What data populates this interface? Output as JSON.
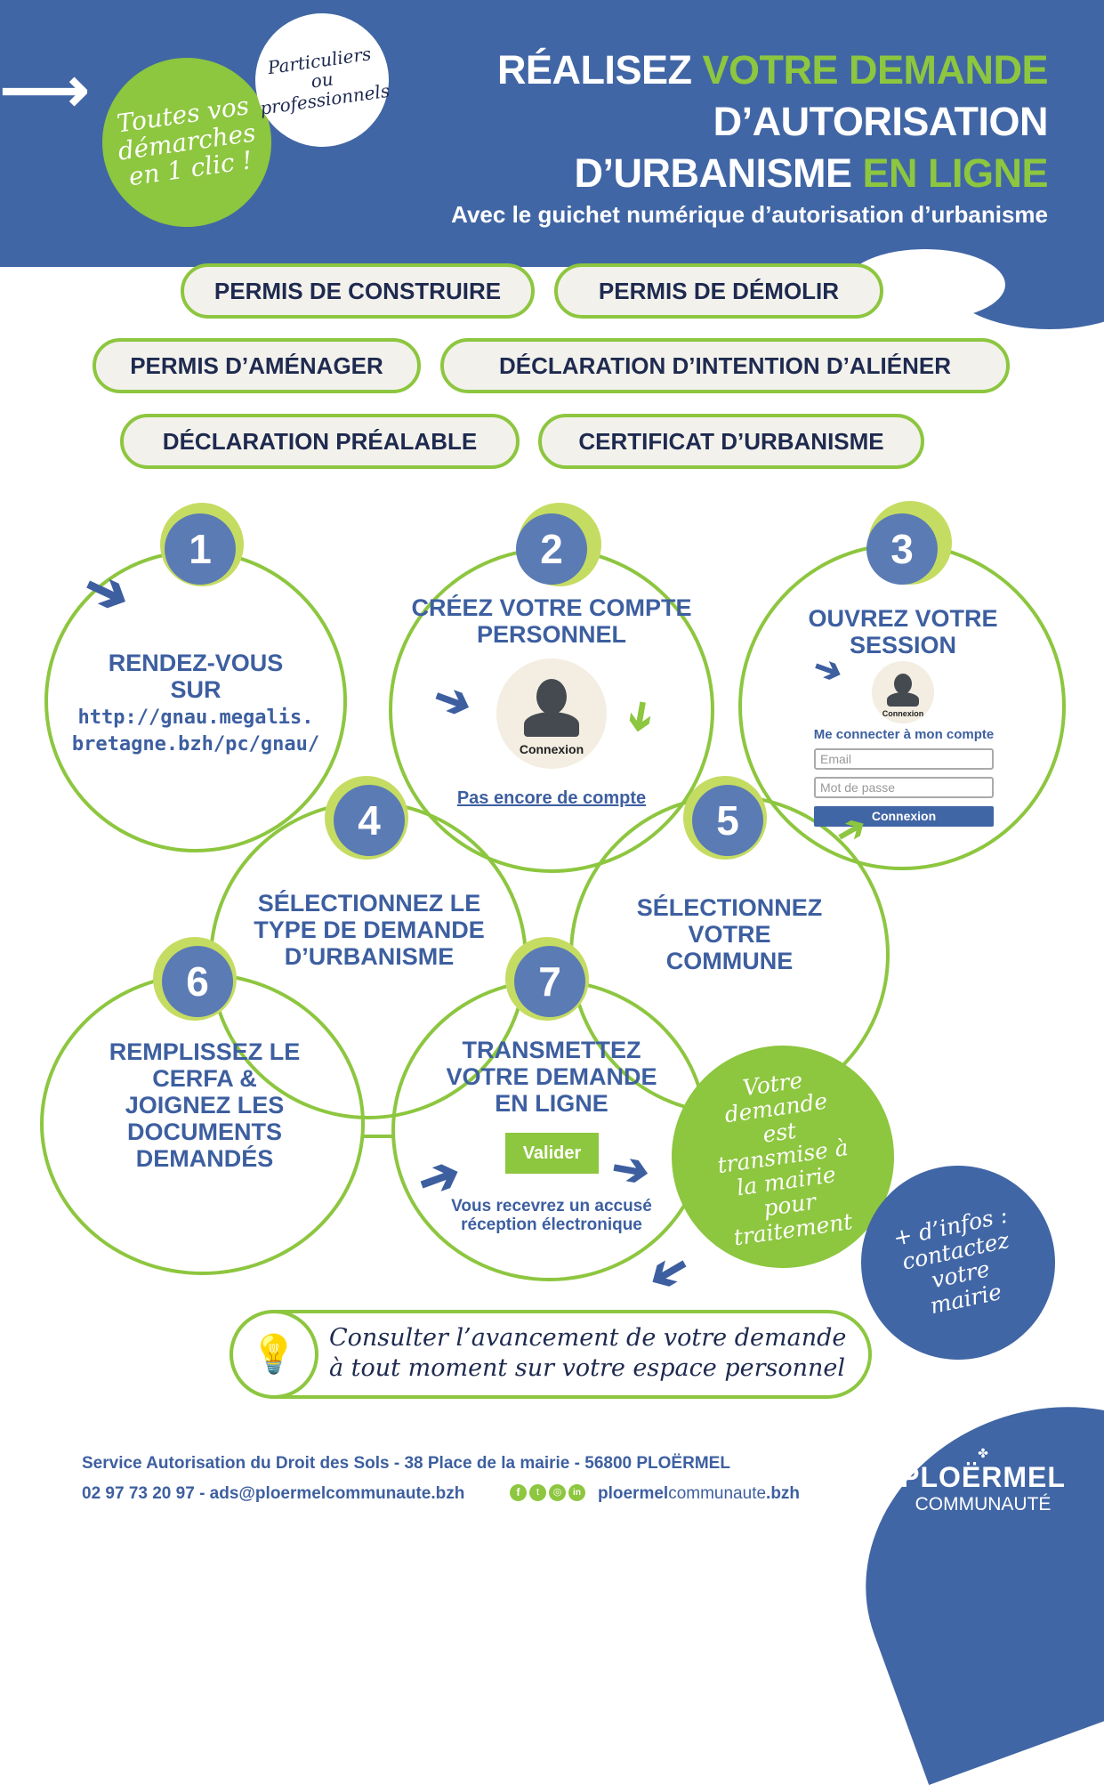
{
  "header": {
    "title_line1_white": "RÉALISEZ ",
    "title_line1_green": "VOTRE DEMANDE",
    "title_line2": "D’AUTORISATION",
    "title_line3_white": "D’URBANISME ",
    "title_line3_green": "EN LIGNE",
    "subtitle": "Avec le guichet numérique d’autorisation d’urbanisme",
    "bubble_green": "Toutes vos démarches en 1 clic !",
    "bubble_white": "Particuliers ou professionnels"
  },
  "permits": [
    "PERMIS DE CONSTRUIRE",
    "PERMIS DE DÉMOLIR",
    "PERMIS D’AMÉNAGER",
    "DÉCLARATION D’INTENTION D’ALIÉNER",
    "DÉCLARATION PRÉALABLE",
    "CERTIFICAT D’URBANISME"
  ],
  "steps": {
    "s1": {
      "num": "1",
      "title": "RENDEZ-VOUS SUR",
      "url": "http://gnau.megalis. bretagne.bzh/pc/gnau/"
    },
    "s2": {
      "num": "2",
      "title": "CRÉEZ VOTRE COMPTE PERSONNEL",
      "avatar_label": "Connexion",
      "link": "Pas encore de compte"
    },
    "s3": {
      "num": "3",
      "title": "OUVREZ VOTRE SESSION",
      "avatar_label": "Connexion",
      "form_title": "Me connecter à mon compte",
      "email_placeholder": "Email",
      "password_placeholder": "Mot de passe",
      "button": "Connexion"
    },
    "s4": {
      "num": "4",
      "title": "SÉLECTIONNEZ LE TYPE DE DEMANDE D’URBANISME"
    },
    "s5": {
      "num": "5",
      "title": "SÉLECTIONNEZ VOTRE COMMUNE"
    },
    "s6": {
      "num": "6",
      "title": "REMPLISSEZ LE CERFA & JOIGNEZ LES DOCUMENTS DEMANDÉS"
    },
    "s7": {
      "num": "7",
      "title": "TRANSMETTEZ VOTRE DEMANDE EN LIGNE",
      "button": "Valider",
      "note": "Vous recevrez un accusé réception électronique"
    }
  },
  "transmitted": "Votre demande est transmise à la mairie pour traitement",
  "info": "+ d’infos : contactez votre mairie",
  "tip": "Consulter l’avancement de votre demande à tout moment sur votre espace personnel",
  "footer": {
    "address": "Service Autorisation du Droit des Sols - 38 Place de la mairie - 56800 PLOËRMEL",
    "contact": "02 97 73 20 97 - ads@ploermelcommunaute.bzh",
    "site_bold": "ploermel",
    "site_light": "communaute",
    "site_end": ".bzh",
    "logo_line1": "PLOËRMEL",
    "logo_line2": "COMMUNAUTÉ"
  },
  "colors": {
    "blue": "#4166a5",
    "green": "#8dc63f",
    "navy": "#1e2a4f"
  }
}
